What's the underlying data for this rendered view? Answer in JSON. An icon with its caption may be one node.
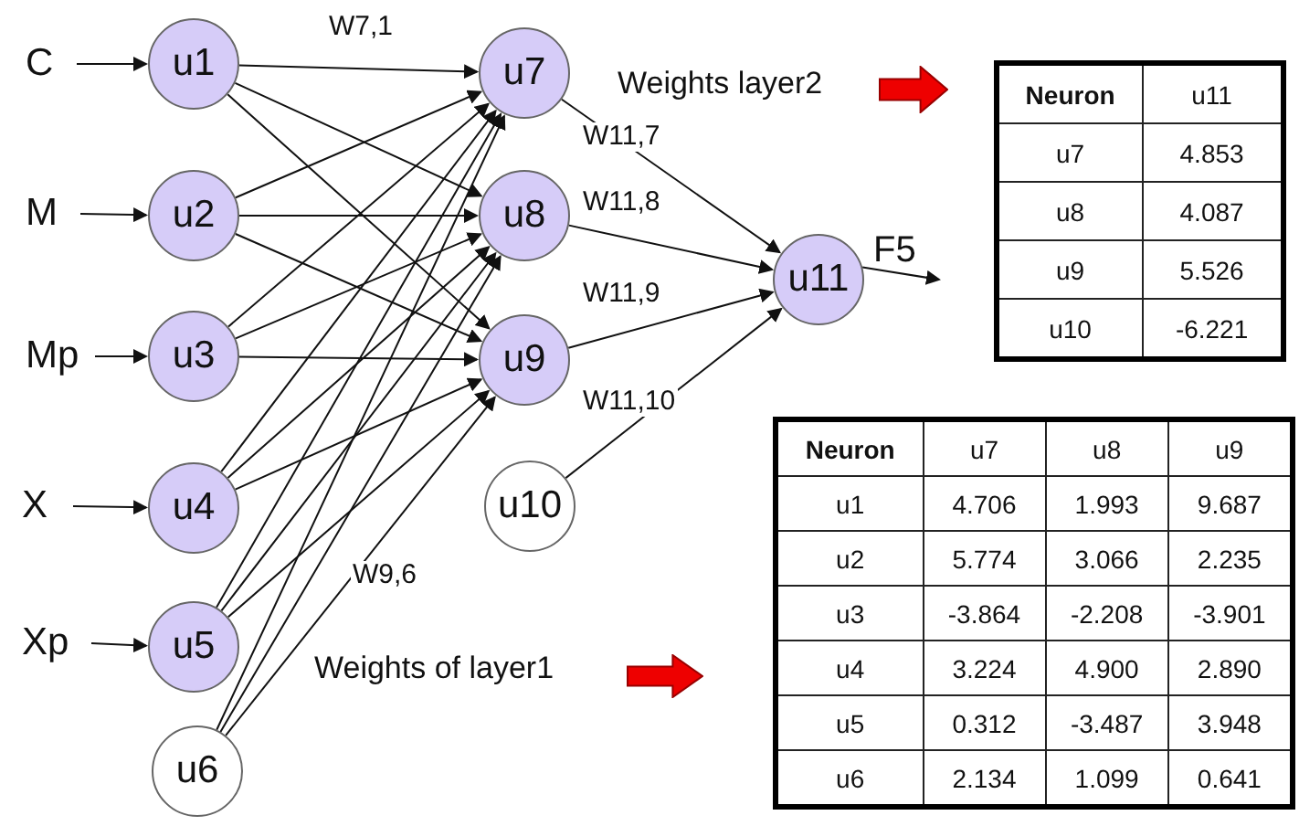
{
  "diagram": {
    "nodes": [
      {
        "text": [
          "C"
        ]
      },
      {
        "text": [
          "M"
        ]
      },
      {
        "text": [
          "Mp"
        ]
      },
      {
        "text": [
          "X"
        ]
      },
      {
        "text": [
          "Xp"
        ]
      },
      {
        "text": [
          "u1"
        ]
      },
      {
        "text": [
          "u2"
        ]
      },
      {
        "text": [
          "u3"
        ]
      },
      {
        "text": [
          "u4"
        ]
      },
      {
        "text": [
          "u5"
        ]
      },
      {
        "text": [
          "u6"
        ]
      },
      {
        "text": [
          "u7"
        ]
      },
      {
        "text": [
          "u8"
        ]
      },
      {
        "text": [
          "u9"
        ]
      },
      {
        "text": [
          "u10"
        ]
      },
      {
        "text": [
          "u11"
        ]
      },
      {
        "text": [
          "F5"
        ]
      }
    ],
    "edges": [
      {
        "from": 0,
        "to": 5,
        "arrow": "to"
      },
      {
        "from": 1,
        "to": 6,
        "arrow": "to"
      },
      {
        "from": 2,
        "to": 7,
        "arrow": "to"
      },
      {
        "from": 3,
        "to": 8,
        "arrow": "to"
      },
      {
        "from": 4,
        "to": 9,
        "arrow": "to"
      },
      {
        "from": 5,
        "to": 11,
        "arrow": "to",
        "label": "W7,1"
      },
      {
        "from": 5,
        "to": 12,
        "arrow": "to"
      },
      {
        "from": 5,
        "to": 13,
        "arrow": "to"
      },
      {
        "from": 6,
        "to": 11,
        "arrow": "to"
      },
      {
        "from": 6,
        "to": 12,
        "arrow": "to"
      },
      {
        "from": 6,
        "to": 13,
        "arrow": "to"
      },
      {
        "from": 7,
        "to": 11,
        "arrow": "to"
      },
      {
        "from": 7,
        "to": 12,
        "arrow": "to"
      },
      {
        "from": 7,
        "to": 13,
        "arrow": "to"
      },
      {
        "from": 8,
        "to": 11,
        "arrow": "to"
      },
      {
        "from": 8,
        "to": 12,
        "arrow": "to"
      },
      {
        "from": 8,
        "to": 13,
        "arrow": "to"
      },
      {
        "from": 9,
        "to": 11,
        "arrow": "to"
      },
      {
        "from": 9,
        "to": 12,
        "arrow": "to"
      },
      {
        "from": 9,
        "to": 13,
        "arrow": "to"
      },
      {
        "from": 10,
        "to": 11,
        "arrow": "to"
      },
      {
        "from": 10,
        "to": 12,
        "arrow": "to"
      },
      {
        "from": 10,
        "to": 13,
        "arrow": "to",
        "label": "W9,6"
      },
      {
        "from": 11,
        "to": 15,
        "arrow": "to",
        "label": "W11,7"
      },
      {
        "from": 12,
        "to": 15,
        "arrow": "to",
        "label": "W11,8"
      },
      {
        "from": 13,
        "to": 15,
        "arrow": "to",
        "label": "W11,9"
      },
      {
        "from": 14,
        "to": 15,
        "arrow": "to",
        "label": "W11,10"
      },
      {
        "from": 15,
        "to": 16,
        "arrow": "to"
      }
    ],
    "labels": [
      "Weights layer2",
      "Neuron",
      "u11",
      "u7",
      "4.853",
      "u8",
      "4.087",
      "u9",
      "5.526",
      "u10",
      "-6.221",
      "Neuron",
      "u7",
      "u8",
      "u9",
      "u1",
      "4.706",
      "1.993",
      "9.687",
      "u2",
      "5.774",
      "3.066",
      "2.235",
      "u3",
      "-3.864",
      "-2.208",
      "-3.901",
      "u4",
      "3.224",
      "4.900",
      "2.890",
      "u5",
      "0.312",
      "-3.487",
      "3.948",
      "u6",
      "2.134",
      "1.099",
      "0.641",
      "Weights of layer1"
    ]
  }
}
